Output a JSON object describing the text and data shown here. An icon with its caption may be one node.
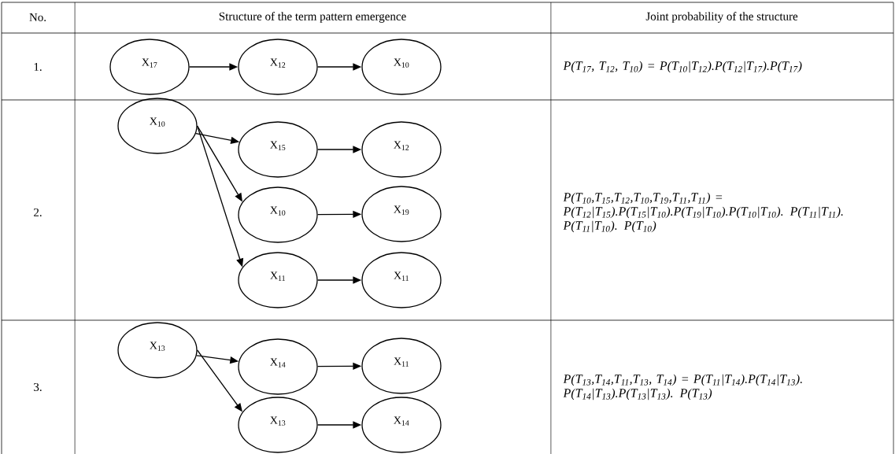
{
  "diagram": {
    "nodes": [
      {
        "text": [
          "X$_{17}$"
        ]
      },
      {
        "text": [
          "X$_{12}$"
        ]
      },
      {
        "text": [
          "X$_{10}$"
        ]
      },
      {
        "text": [
          "X$_{10}$"
        ]
      },
      {
        "text": [
          "X$_{15}$"
        ]
      },
      {
        "text": [
          "X$_{12}$"
        ]
      },
      {
        "text": [
          "X$_{10}$"
        ]
      },
      {
        "text": [
          "X$_{19}$"
        ]
      },
      {
        "text": [
          "X$_{11}$"
        ]
      },
      {
        "text": [
          "X$_{11}$"
        ]
      },
      {
        "text": [
          "X$_{13}$"
        ]
      },
      {
        "text": [
          "X$_{14}$"
        ]
      },
      {
        "text": [
          "X$_{11}$"
        ]
      },
      {
        "text": [
          "X$_{13}$"
        ]
      },
      {
        "text": [
          "X$_{14}$"
        ]
      }
    ],
    "edges": [
      {
        "from": 0,
        "to": 1,
        "arrow": "to"
      },
      {
        "from": 1,
        "to": 2,
        "arrow": "to"
      },
      {
        "from": 3,
        "to": 4,
        "arrow": "to"
      },
      {
        "from": 4,
        "to": 5,
        "arrow": "to"
      },
      {
        "from": 3,
        "to": 6,
        "arrow": "to"
      },
      {
        "from": 6,
        "to": 7,
        "arrow": "to"
      },
      {
        "from": 3,
        "to": 8,
        "arrow": "to"
      },
      {
        "from": 8,
        "to": 9,
        "arrow": "to"
      },
      {
        "from": 10,
        "to": 11,
        "arrow": "to"
      },
      {
        "from": 11,
        "to": 12,
        "arrow": "to"
      },
      {
        "from": 10,
        "to": 13,
        "arrow": "to"
      },
      {
        "from": 13,
        "to": 14,
        "arrow": "to"
      }
    ],
    "labels": [
      "No.",
      "Structure of the term pattern emergence",
      "Joint probability of the structure",
      "1.",
      "P(T$_{17}$, T$_{12}$, T$_{10}$) = P(T$_{10}$|T$_{12}$).P(T$_{12}$|T$_{17}$).P(T$_{17}$)",
      "2.",
      "P(T$_{10}$,T$_{15}$,T$_{12}$,T$_{10}$,T$_{19}$,T$_{11}$,T$_{11}$) = P(T$_{12}$|T$_{15}$).P(T$_{15}$|T$_{10}$).P(T$_{19}$|T$_{10}$).P(T$_{10}$|T$_{10}$). P(T$_{11}$|T$_{11}$). P(T$_{11}$|T$_{10}$). P(T$_{10}$)",
      "3.",
      "P(T$_{13}$,T$_{14}$,T$_{11}$,T$_{13}$, T$_{14}$) = P(T$_{11}$|T$_{14}$).P(T$_{14}$|T$_{13}$). P(T$_{14}$|T$_{13}$).P(T$_{13}$|T$_{13}$). P(T$_{13}$)"
    ]
  }
}
